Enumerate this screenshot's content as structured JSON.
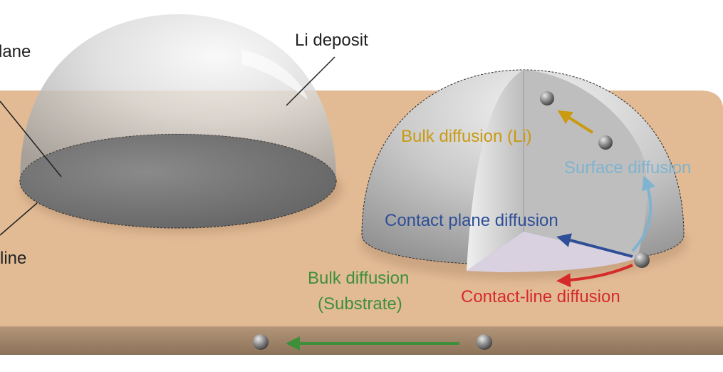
{
  "labels": {
    "contact_plane": "lane",
    "contact_line": "line",
    "li_deposit": "Li deposit",
    "bulk_li": "Bulk diffusion (Li)",
    "surface": "Surface diffusion",
    "contact_plane_diff": "Contact plane diffusion",
    "bulk_substrate_1": "Bulk diffusion",
    "bulk_substrate_2": "(Substrate)",
    "contact_line_diff": "Contact-line diffusion"
  },
  "colors": {
    "substrate_top": "#E2BB95",
    "substrate_side": "#A68A70",
    "text": "#222222",
    "bulk_li": "#C99A12",
    "surface": "#7FB3CF",
    "contact_plane_diff": "#2E4F98",
    "bulk_substrate": "#3E8F3A",
    "contact_line_diff": "#D62A2A"
  }
}
